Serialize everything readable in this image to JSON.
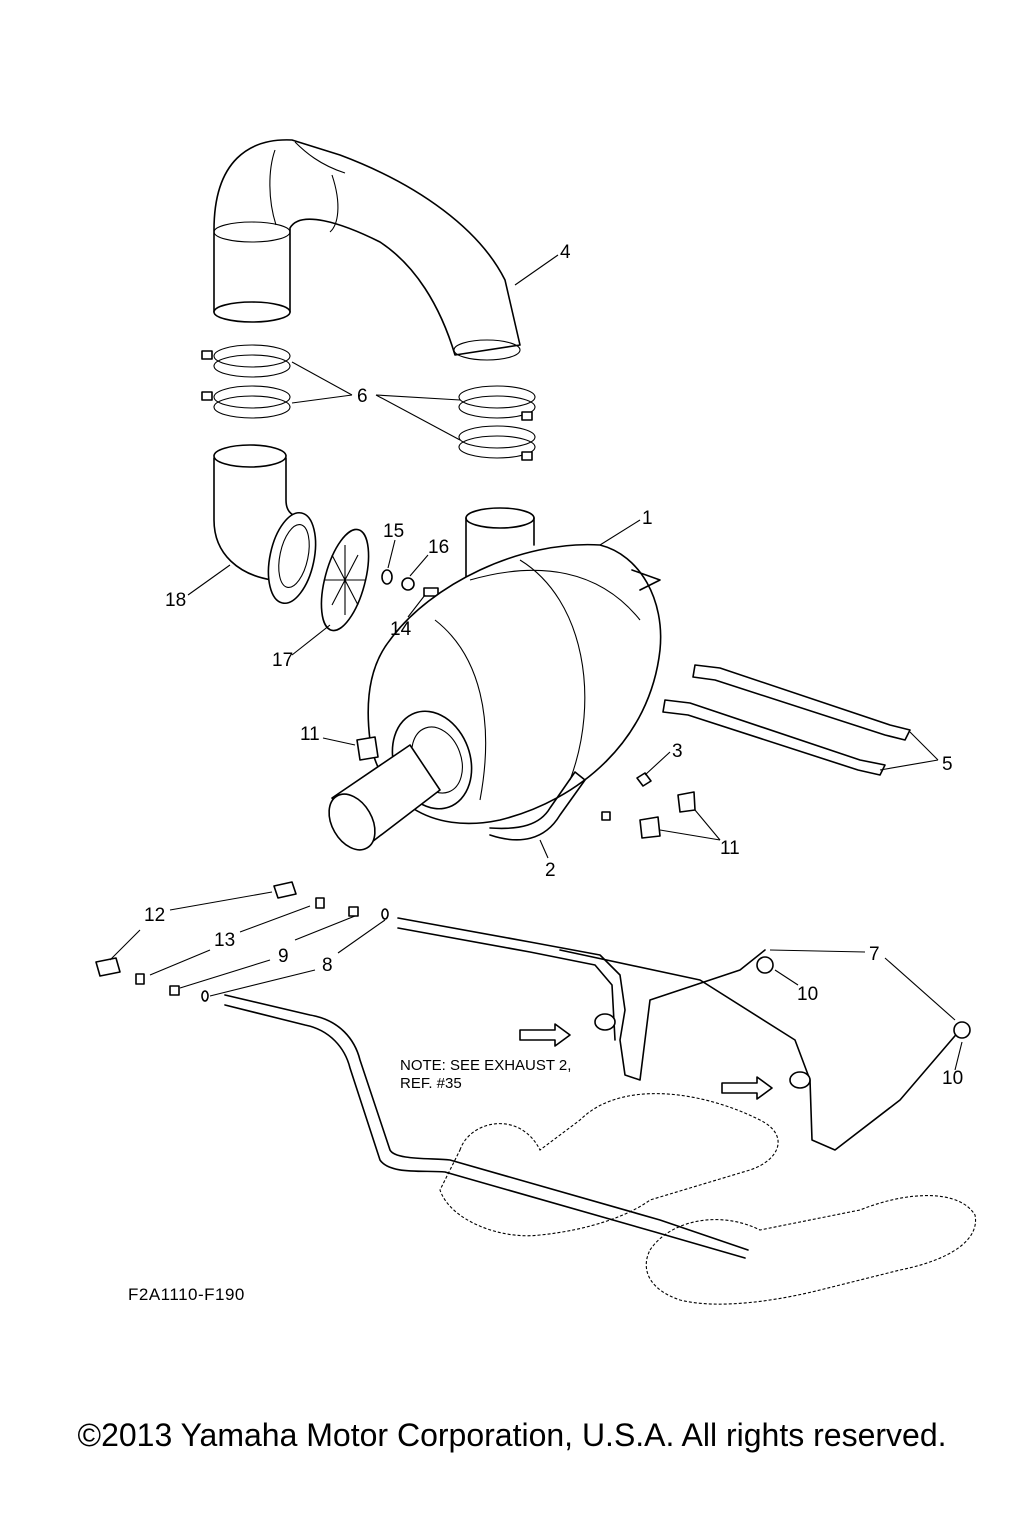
{
  "callouts": {
    "c1": "1",
    "c2": "2",
    "c3": "3",
    "c4": "4",
    "c5": "5",
    "c6": "6",
    "c7": "7",
    "c8": "8",
    "c9": "9",
    "c10a": "10",
    "c10b": "10",
    "c11a": "11",
    "c11b": "11",
    "c12": "12",
    "c13": "13",
    "c14": "14",
    "c15": "15",
    "c16": "16",
    "c17": "17",
    "c18": "18"
  },
  "note": {
    "line1": "NOTE: SEE EXHAUST 2,",
    "line2": "REF. #35"
  },
  "diagram_code": "F2A1110-F190",
  "copyright": "©2013 Yamaha Motor Corporation, U.S.A. All rights reserved."
}
